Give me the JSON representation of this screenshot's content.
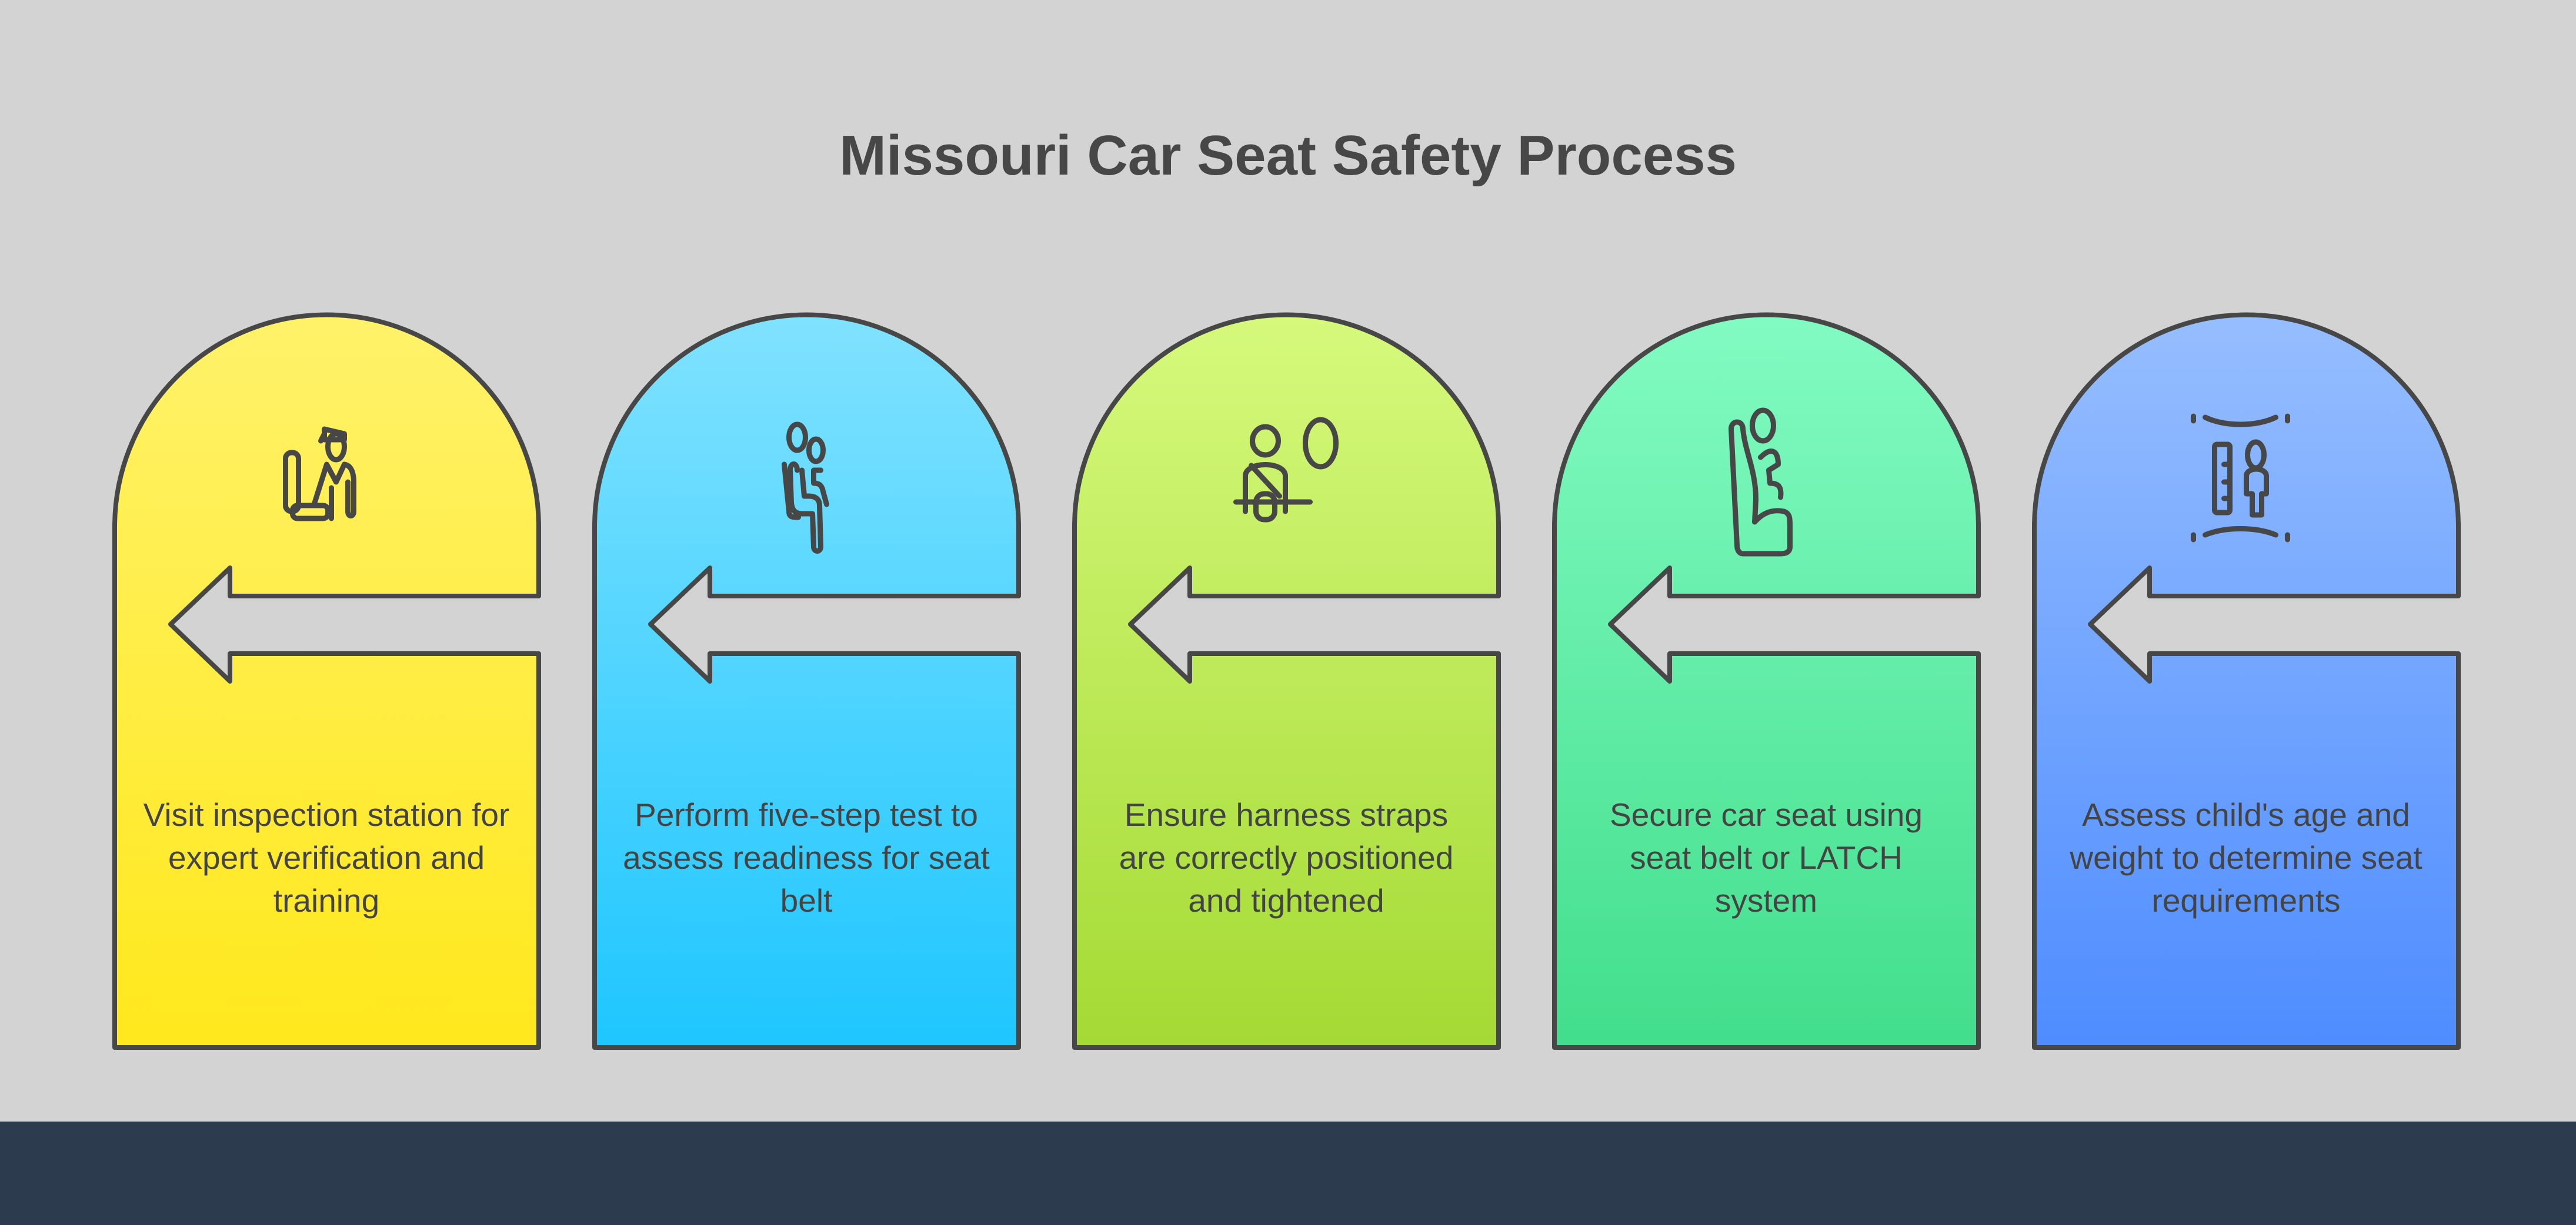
{
  "title": "Missouri Car Seat Safety Process",
  "stroke_color": "#474747",
  "steps": [
    {
      "text": "Visit inspection station for expert verification and training",
      "icon": "inspector-at-desk-icon",
      "color_top": "#fff26a",
      "color_bottom": "#ffe81c"
    },
    {
      "text": "Perform five-step test to assess readiness for seat belt",
      "icon": "seated-children-icon",
      "color_top": "#80e2ff",
      "color_bottom": "#1ec6ff"
    },
    {
      "text": "Ensure harness straps are correctly positioned and tightened",
      "icon": "harnessed-child-icon",
      "color_top": "#d6f97c",
      "color_bottom": "#a4da34"
    },
    {
      "text": "Secure car seat using seat belt or LATCH system",
      "icon": "car-seat-icon",
      "color_top": "#82fbc2",
      "color_bottom": "#42de8c"
    },
    {
      "text": "Assess child's age and weight to determine seat requirements",
      "icon": "child-height-measure-icon",
      "color_top": "#96beff",
      "color_bottom": "#4e8cff"
    }
  ]
}
